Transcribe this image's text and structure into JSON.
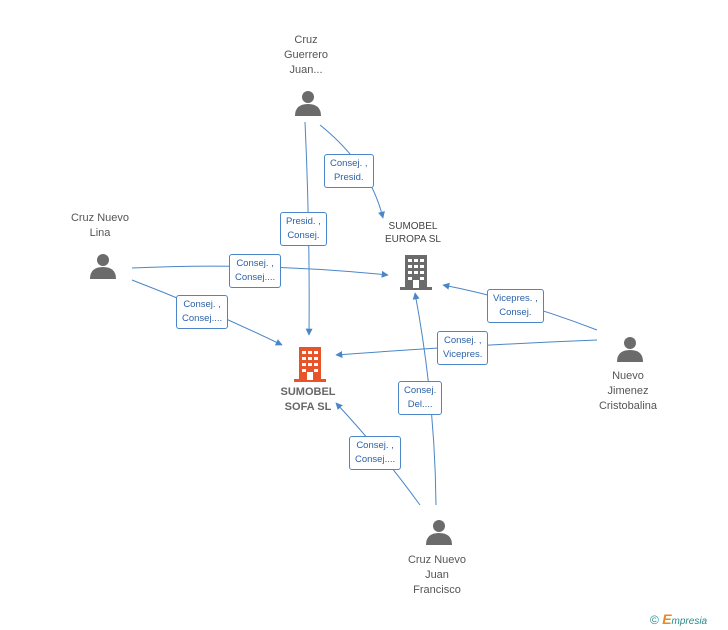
{
  "people": {
    "guerrero": {
      "lines": [
        "Cruz",
        "Guerrero",
        "Juan..."
      ]
    },
    "lina": {
      "lines": [
        "Cruz Nuevo",
        "Lina"
      ]
    },
    "cristobalina": {
      "lines": [
        "Nuevo",
        "Jimenez",
        "Cristobalina"
      ]
    },
    "francisco": {
      "lines": [
        "Cruz Nuevo",
        "Juan",
        "Francisco"
      ]
    }
  },
  "companies": {
    "europa": {
      "lines": [
        "SUMOBEL",
        "EUROPA SL"
      ],
      "color": "#6b6b6b"
    },
    "sofa": {
      "lines": [
        "SUMOBEL",
        "SOFA SL"
      ],
      "color": "#e8542a"
    }
  },
  "edges": {
    "guerrero_europa": [
      "Consej. ,",
      "Presid."
    ],
    "guerrero_sofa": [
      "Presid. ,",
      "Consej."
    ],
    "lina_europa": [
      "Consej. ,",
      "Consej...."
    ],
    "lina_sofa": [
      "Consej. ,",
      "Consej...."
    ],
    "cristobalina_europa": [
      "Vicepres. ,",
      "Consej."
    ],
    "cristobalina_sofa": [
      "Consej. ,",
      "Vicepres."
    ],
    "francisco_europa": [
      "Consej.",
      "Del...."
    ],
    "francisco_sofa": [
      "Consej. ,",
      "Consej...."
    ]
  },
  "colors": {
    "edge": "#4a86c8",
    "person": "#6b6b6b"
  },
  "footer": {
    "symbol": "©",
    "brand_initial": "E",
    "brand_rest": "mpresia"
  }
}
